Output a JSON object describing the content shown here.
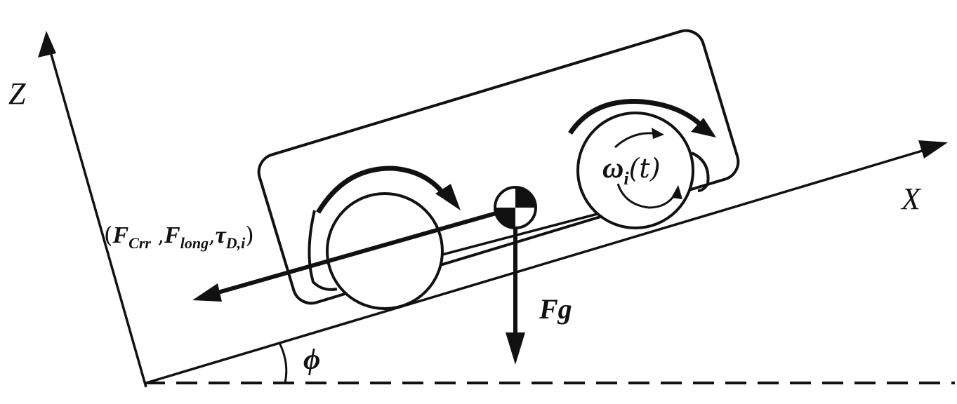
{
  "labels": {
    "z_axis": "Z",
    "x_axis": "X",
    "angle": "ϕ",
    "gravity_force": "Fg",
    "omega": {
      "symbol": "ω",
      "subscript": "i",
      "argument": "(t)"
    },
    "force_tuple": {
      "open": "(",
      "f1_main": "F",
      "f1_sub": "Crr",
      "sep1": " ,",
      "f2_main": "F",
      "f2_sub": "long",
      "sep2": ",",
      "f3_main": "τ",
      "f3_sub": "D,i",
      "close": ")"
    }
  },
  "colors": {
    "stroke": "#111111",
    "background": "#ffffff"
  },
  "icons": {
    "center_of_mass": "center-of-mass-marker"
  }
}
